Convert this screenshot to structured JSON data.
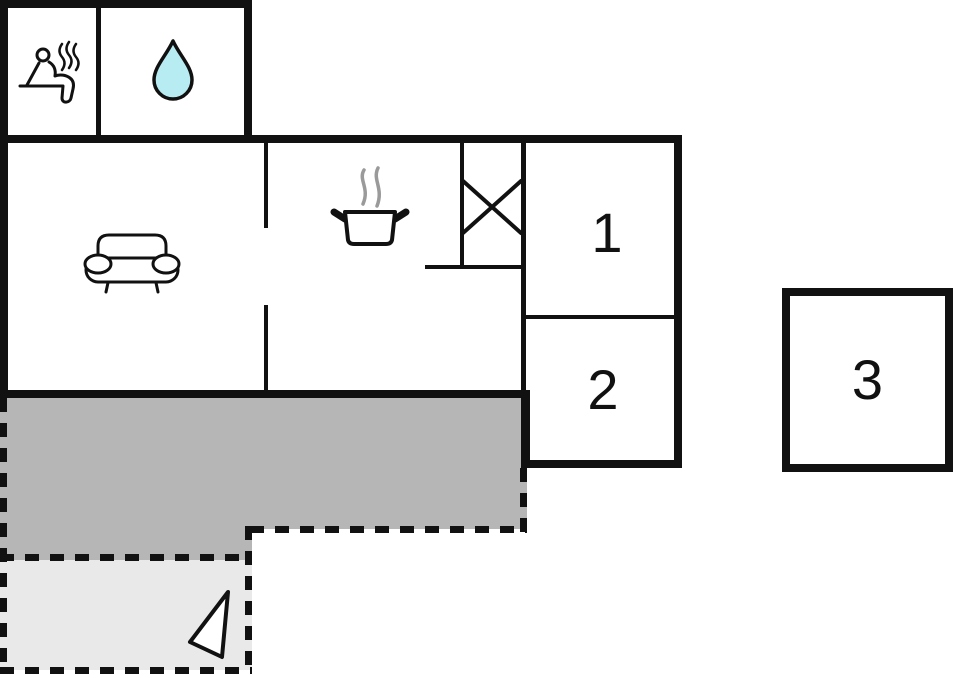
{
  "floorplan": {
    "title_hidden": "",
    "colors": {
      "ink": "#111111",
      "terrace": "#b6b6b6",
      "annex_floor": "#e9e9e9",
      "drop": "#b8ecf3",
      "steam": "#9a9a9a",
      "paper": "#ffffff"
    },
    "rooms": {
      "room1_label": "1",
      "room2_label": "2",
      "room3_label": "3"
    },
    "icons": [
      "sauna-icon",
      "water-drop-icon",
      "sofa-icon",
      "cooking-pot-icon",
      "wardrobe-cross-icon",
      "north-arrow-icon"
    ]
  }
}
